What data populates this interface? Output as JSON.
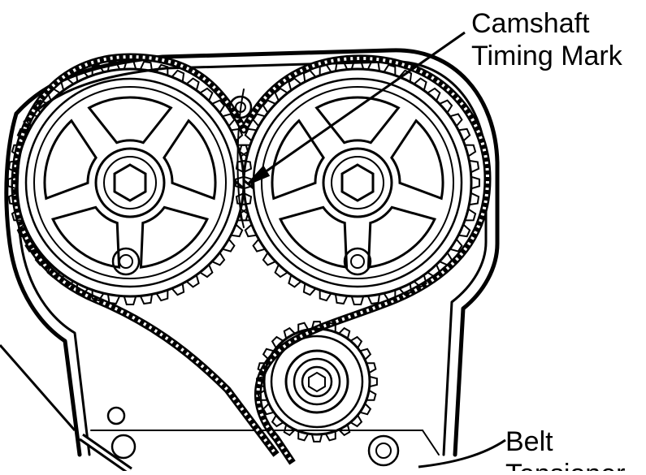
{
  "labels": {
    "camshaft_timing_mark": [
      "Camshaft",
      "Timing Mark"
    ],
    "belt_tensioner": [
      "Belt",
      "Tensioner"
    ]
  },
  "colors": {
    "line": "#000000",
    "background": "#ffffff"
  }
}
